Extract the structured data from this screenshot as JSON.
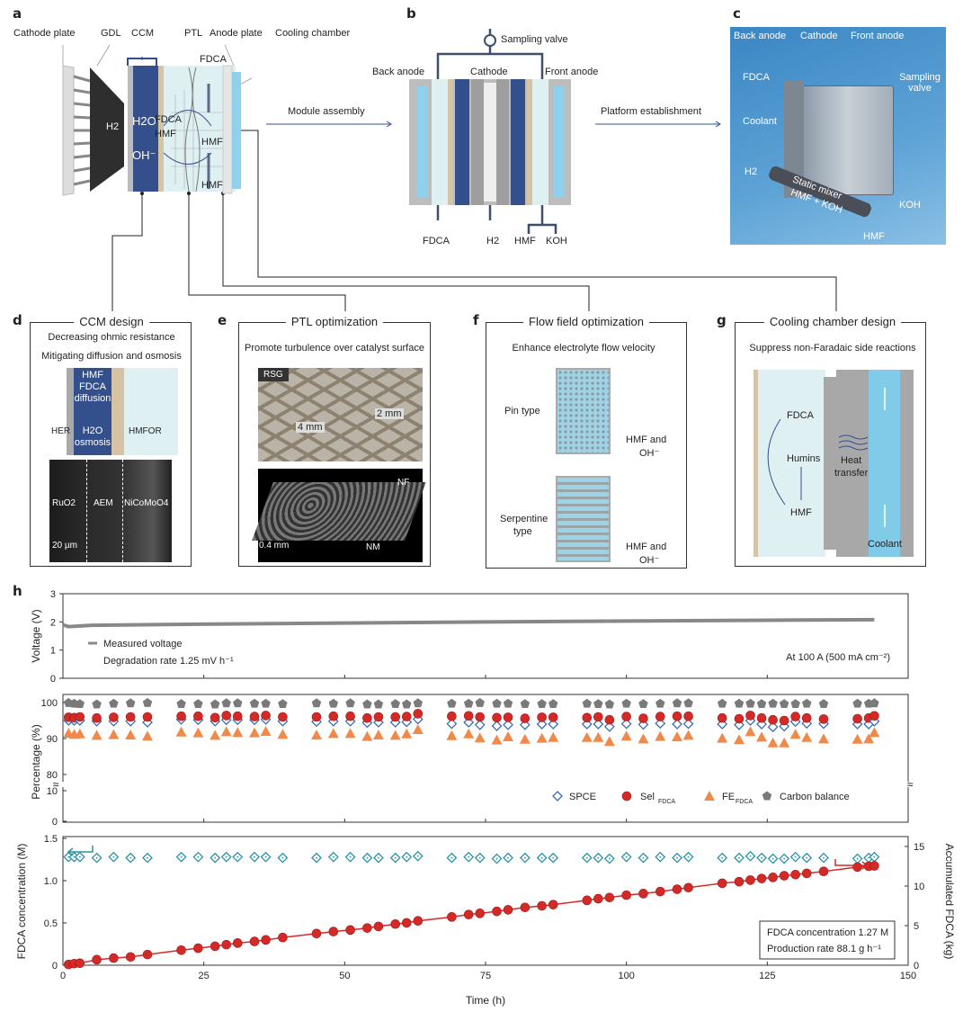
{
  "panel_labels": {
    "a": "a",
    "b": "b",
    "c": "c",
    "d": "d",
    "e": "e",
    "f": "f",
    "g": "g",
    "h": "h"
  },
  "panel_a": {
    "labels": [
      "Cathode plate",
      "GDL",
      "CCM",
      "PTL",
      "Anode plate",
      "Cooling chamber"
    ],
    "inner": {
      "fdca_top": "FDCA",
      "h2": "H2",
      "h2o": "H2O",
      "fdca": "FDCA",
      "hmf": "HMF",
      "oh": "OH⁻",
      "hmf_mid": "HMF",
      "hmf_bottom": "HMF"
    }
  },
  "arrows": {
    "module_assembly": "Module assembly",
    "platform_establishment": "Platform establishment"
  },
  "panel_b": {
    "sampling_valve": "Sampling valve",
    "back_anode": "Back anode",
    "cathode": "Cathode",
    "front_anode": "Front anode",
    "outputs": [
      "FDCA",
      "H2",
      "HMF",
      "KOH"
    ]
  },
  "panel_c": {
    "back_anode": "Back anode",
    "cathode": "Cathode",
    "front_anode": "Front anode",
    "fdca": "FDCA",
    "sampling_valve": "Sampling valve",
    "coolant": "Coolant",
    "h2": "H2",
    "static_mixer": "Static mixer",
    "mixer_sub": "HMF + KOH",
    "koh": "KOH",
    "hmf": "HMF"
  },
  "panel_d": {
    "title": "CCM design",
    "line1": "Decreasing ohmic resistance",
    "line2": "Mitigating diffusion and osmosis",
    "her": "HER",
    "hmfor": "HMFOR",
    "diff1": "HMF",
    "diff2": "FDCA",
    "diff3": "diffusion",
    "osm1": "H2O",
    "osm2": "osmosis",
    "sem": {
      "ruo2": "RuO2",
      "aem": "AEM",
      "nicomoo4": "NiCoMoO4",
      "scale": "20 µm"
    }
  },
  "panel_e": {
    "title": "PTL optimization",
    "line1": "Promote turbulence over catalyst surface",
    "rsg": "RSG",
    "dim1": "4 mm",
    "dim2": "2 mm",
    "nf": "NF",
    "nm": "NM",
    "dim3": "0.4 mm"
  },
  "panel_f": {
    "title": "Flow field optimization",
    "line1": "Enhance electrolyte flow velocity",
    "pin": "Pin type",
    "serp1": "Serpentine",
    "serp2": "type",
    "in1a": "HMF and",
    "in1b": "OH⁻",
    "in2a": "HMF and",
    "in2b": "OH⁻"
  },
  "panel_g": {
    "title": "Cooling chamber design",
    "line1": "Suppress non-Faradaic side reactions",
    "fdca": "FDCA",
    "humins": "Humins",
    "hmf": "HMF",
    "heat1": "Heat",
    "heat2": "transfer",
    "coolant": "Coolant"
  },
  "colors": {
    "navy": "#34508c",
    "light_blue": "#7fcbe8",
    "teal": "#2a93a8",
    "red": "#d42a27",
    "orange": "#f08a4b",
    "gray": "#7a7a7a",
    "blue_diamond": "#3c6bb5"
  },
  "chart_data": [
    {
      "type": "line",
      "title": "",
      "ylabel": "Voltage (V)",
      "ylim": [
        0,
        3
      ],
      "yticks": [
        "0",
        "1",
        "2",
        "3"
      ],
      "xlim": [
        0,
        150
      ],
      "legend": "Measured voltage",
      "annotation1": "Degradation rate 1.25 mV h⁻¹",
      "annotation2": "At 100 A (500 mA cm⁻²)",
      "x": [
        0,
        1,
        5,
        20,
        50,
        75,
        100,
        125,
        144
      ],
      "y": [
        1.9,
        1.83,
        1.88,
        1.91,
        1.96,
        2.0,
        2.03,
        2.06,
        2.08
      ]
    },
    {
      "type": "scatter",
      "ylabel": "Percentage (%)",
      "yticks_upper": [
        "80",
        "90",
        "100"
      ],
      "yticks_lower": [
        "0",
        "10"
      ],
      "ylim_upper": [
        78,
        102
      ],
      "ylim_lower": [
        0,
        12
      ],
      "legend_labels": {
        "spce": "SPCE",
        "sel": "Sel",
        "sel_sub": "FDCA",
        "fe": "FE",
        "fe_sub": "FDCA",
        "cb": "Carbon balance"
      },
      "x": [
        1,
        2,
        3,
        6,
        9,
        12,
        15,
        21,
        24,
        27,
        29,
        31,
        34,
        36,
        39,
        45,
        48,
        51,
        54,
        56,
        59,
        61,
        63,
        69,
        72,
        74,
        77,
        79,
        82,
        85,
        87,
        93,
        95,
        97,
        100,
        103,
        106,
        109,
        111,
        117,
        120,
        122,
        124,
        126,
        128,
        130,
        132,
        135,
        141,
        143,
        144
      ],
      "series": [
        {
          "name": "SPCE",
          "values": [
            95,
            95,
            95,
            94.8,
            94.8,
            94.8,
            94.5,
            95.3,
            95.2,
            94.8,
            95.2,
            95.2,
            95.2,
            95.3,
            94.8,
            94.7,
            94.8,
            94.8,
            94.4,
            94.5,
            94.5,
            94.6,
            95.4,
            94.1,
            94.5,
            93.8,
            93.5,
            93.8,
            93.8,
            94,
            94,
            94,
            94,
            93.3,
            94.1,
            93.9,
            94.2,
            94,
            94.1,
            94,
            93.8,
            95,
            94,
            93.2,
            93.4,
            94.7,
            94.2,
            94.1,
            94,
            94,
            94.8
          ]
        },
        {
          "name": "SelFDCA",
          "values": [
            95.9,
            95.8,
            96,
            95.7,
            95.9,
            96,
            96,
            96.2,
            96.2,
            95.8,
            96.4,
            96.2,
            96.1,
            96.4,
            96,
            96,
            96.2,
            96.2,
            95.7,
            96,
            96,
            96.1,
            96.9,
            96.2,
            96.3,
            96,
            95.8,
            95.9,
            95.6,
            95.9,
            95.9,
            95.8,
            96,
            95.2,
            96.1,
            95.6,
            96.1,
            96.2,
            96.2,
            95.7,
            95.5,
            96.4,
            95.7,
            95.2,
            95,
            96.1,
            95.7,
            95.4,
            95.5,
            95.7,
            96.3
          ]
        },
        {
          "name": "FEFDCA",
          "values": [
            91.5,
            91.2,
            91.3,
            90.9,
            91.1,
            91,
            90.7,
            91.8,
            91.6,
            90.9,
            91.9,
            91.7,
            91.6,
            92,
            91.2,
            91,
            91.4,
            91.4,
            90.6,
            91,
            90.9,
            91.3,
            92.5,
            90.8,
            91.3,
            90.2,
            89.6,
            90.5,
            89.8,
            90.1,
            90.3,
            90.3,
            90.3,
            89.2,
            90.7,
            89.9,
            90.6,
            90.5,
            90.9,
            90.1,
            89.7,
            91.9,
            90.4,
            88.8,
            88.8,
            91.2,
            90.3,
            89.9,
            89.8,
            89.9,
            91.7
          ]
        },
        {
          "name": "Carbon balance",
          "values": [
            99.9,
            99.7,
            99.6,
            99.5,
            99.7,
            99.8,
            99.9,
            99.6,
            99.6,
            99.5,
            99.8,
            99.8,
            99.7,
            99.7,
            99.6,
            99.8,
            99.7,
            99.8,
            99.5,
            99.5,
            99.6,
            99.5,
            99.8,
            99.7,
            99.7,
            99.9,
            99.7,
            99.7,
            99.6,
            99.6,
            99.6,
            99.7,
            99.6,
            99.5,
            99.7,
            99.6,
            99.7,
            99.8,
            99.8,
            99.7,
            99.7,
            99.7,
            99.6,
            99.7,
            99.6,
            99.6,
            99.7,
            99.6,
            99.7,
            99.7,
            99.8
          ]
        }
      ]
    },
    {
      "type": "scatter+line",
      "xlabel": "Time (h)",
      "ylabel": "FDCA concentration (M)",
      "y2label": "Accumulated FDCA (kg)",
      "xlim": [
        0,
        150
      ],
      "xticks": [
        "0",
        "25",
        "50",
        "75",
        "100",
        "125",
        "150"
      ],
      "ylim": [
        0,
        1.5
      ],
      "yticks": [
        "0",
        "0.5",
        "1.0",
        "1.5"
      ],
      "y2lim": [
        0,
        15.5
      ],
      "y2ticks": [
        "0",
        "5",
        "10",
        "15"
      ],
      "box_line1": "FDCA concentration 1.27 M",
      "box_line2": "Production rate 88.1 g h⁻¹",
      "x": [
        1,
        2,
        3,
        6,
        9,
        12,
        15,
        21,
        24,
        27,
        29,
        31,
        34,
        36,
        39,
        45,
        48,
        51,
        54,
        56,
        59,
        61,
        63,
        69,
        72,
        74,
        77,
        79,
        82,
        85,
        87,
        93,
        95,
        97,
        100,
        103,
        106,
        109,
        111,
        117,
        120,
        122,
        124,
        126,
        128,
        130,
        132,
        135,
        141,
        143,
        144
      ],
      "series": [
        {
          "name": "FDCA concentration",
          "axis": "left",
          "values": [
            1.28,
            1.28,
            1.28,
            1.27,
            1.28,
            1.27,
            1.27,
            1.28,
            1.28,
            1.27,
            1.28,
            1.28,
            1.28,
            1.28,
            1.27,
            1.27,
            1.28,
            1.28,
            1.27,
            1.27,
            1.27,
            1.28,
            1.29,
            1.27,
            1.28,
            1.27,
            1.26,
            1.27,
            1.27,
            1.27,
            1.27,
            1.27,
            1.27,
            1.26,
            1.28,
            1.27,
            1.28,
            1.27,
            1.28,
            1.27,
            1.27,
            1.29,
            1.27,
            1.26,
            1.26,
            1.28,
            1.27,
            1.27,
            1.26,
            1.27,
            1.28
          ]
        },
        {
          "name": "Accumulated FDCA",
          "axis": "right",
          "values": [
            0.1,
            0.2,
            0.25,
            0.7,
            0.9,
            1.05,
            1.35,
            1.9,
            2.15,
            2.4,
            2.6,
            2.8,
            3.0,
            3.2,
            3.5,
            4.0,
            4.25,
            4.45,
            4.7,
            4.9,
            5.2,
            5.35,
            5.6,
            6.1,
            6.4,
            6.55,
            6.8,
            7.0,
            7.3,
            7.5,
            7.65,
            8.2,
            8.4,
            8.55,
            8.85,
            9.05,
            9.3,
            9.6,
            9.8,
            10.35,
            10.55,
            10.75,
            10.95,
            11.1,
            11.3,
            11.45,
            11.6,
            11.85,
            12.4,
            12.5,
            12.55
          ]
        }
      ]
    }
  ]
}
